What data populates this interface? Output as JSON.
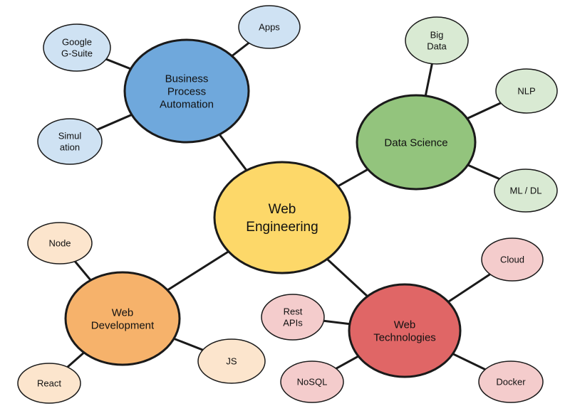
{
  "diagram": {
    "central": {
      "id": "web-engineering",
      "lines": [
        "Web",
        "Engineering"
      ],
      "color": "#fdd869"
    },
    "topics": [
      {
        "id": "business-process-automation",
        "lines": [
          "Business",
          "Process",
          "Automation"
        ],
        "color": "#6fa8dc",
        "leaf_color": "#cfe2f3",
        "leaves": [
          {
            "id": "apps",
            "lines": [
              "Apps"
            ]
          },
          {
            "id": "google-g-suite",
            "lines": [
              "Google",
              "G-Suite"
            ]
          },
          {
            "id": "simulation",
            "lines": [
              "Simul",
              "ation"
            ]
          }
        ]
      },
      {
        "id": "data-science",
        "lines": [
          "Data Science"
        ],
        "color": "#93c47d",
        "leaf_color": "#d9ead3",
        "leaves": [
          {
            "id": "big-data",
            "lines": [
              "Big",
              "Data"
            ]
          },
          {
            "id": "nlp",
            "lines": [
              "NLP"
            ]
          },
          {
            "id": "ml-dl",
            "lines": [
              "ML / DL"
            ]
          }
        ]
      },
      {
        "id": "web-development",
        "lines": [
          "Web",
          "Development"
        ],
        "color": "#f6b26b",
        "leaf_color": "#fce5cd",
        "leaves": [
          {
            "id": "node",
            "lines": [
              "Node"
            ]
          },
          {
            "id": "js",
            "lines": [
              "JS"
            ]
          },
          {
            "id": "react",
            "lines": [
              "React"
            ]
          }
        ]
      },
      {
        "id": "web-technologies",
        "lines": [
          "Web",
          "Technologies"
        ],
        "color": "#e06666",
        "leaf_color": "#f4cccc",
        "leaves": [
          {
            "id": "cloud",
            "lines": [
              "Cloud"
            ]
          },
          {
            "id": "rest-apis",
            "lines": [
              "Rest",
              "APIs"
            ]
          },
          {
            "id": "nosql",
            "lines": [
              "NoSQL"
            ]
          },
          {
            "id": "docker",
            "lines": [
              "Docker"
            ]
          }
        ]
      }
    ]
  }
}
